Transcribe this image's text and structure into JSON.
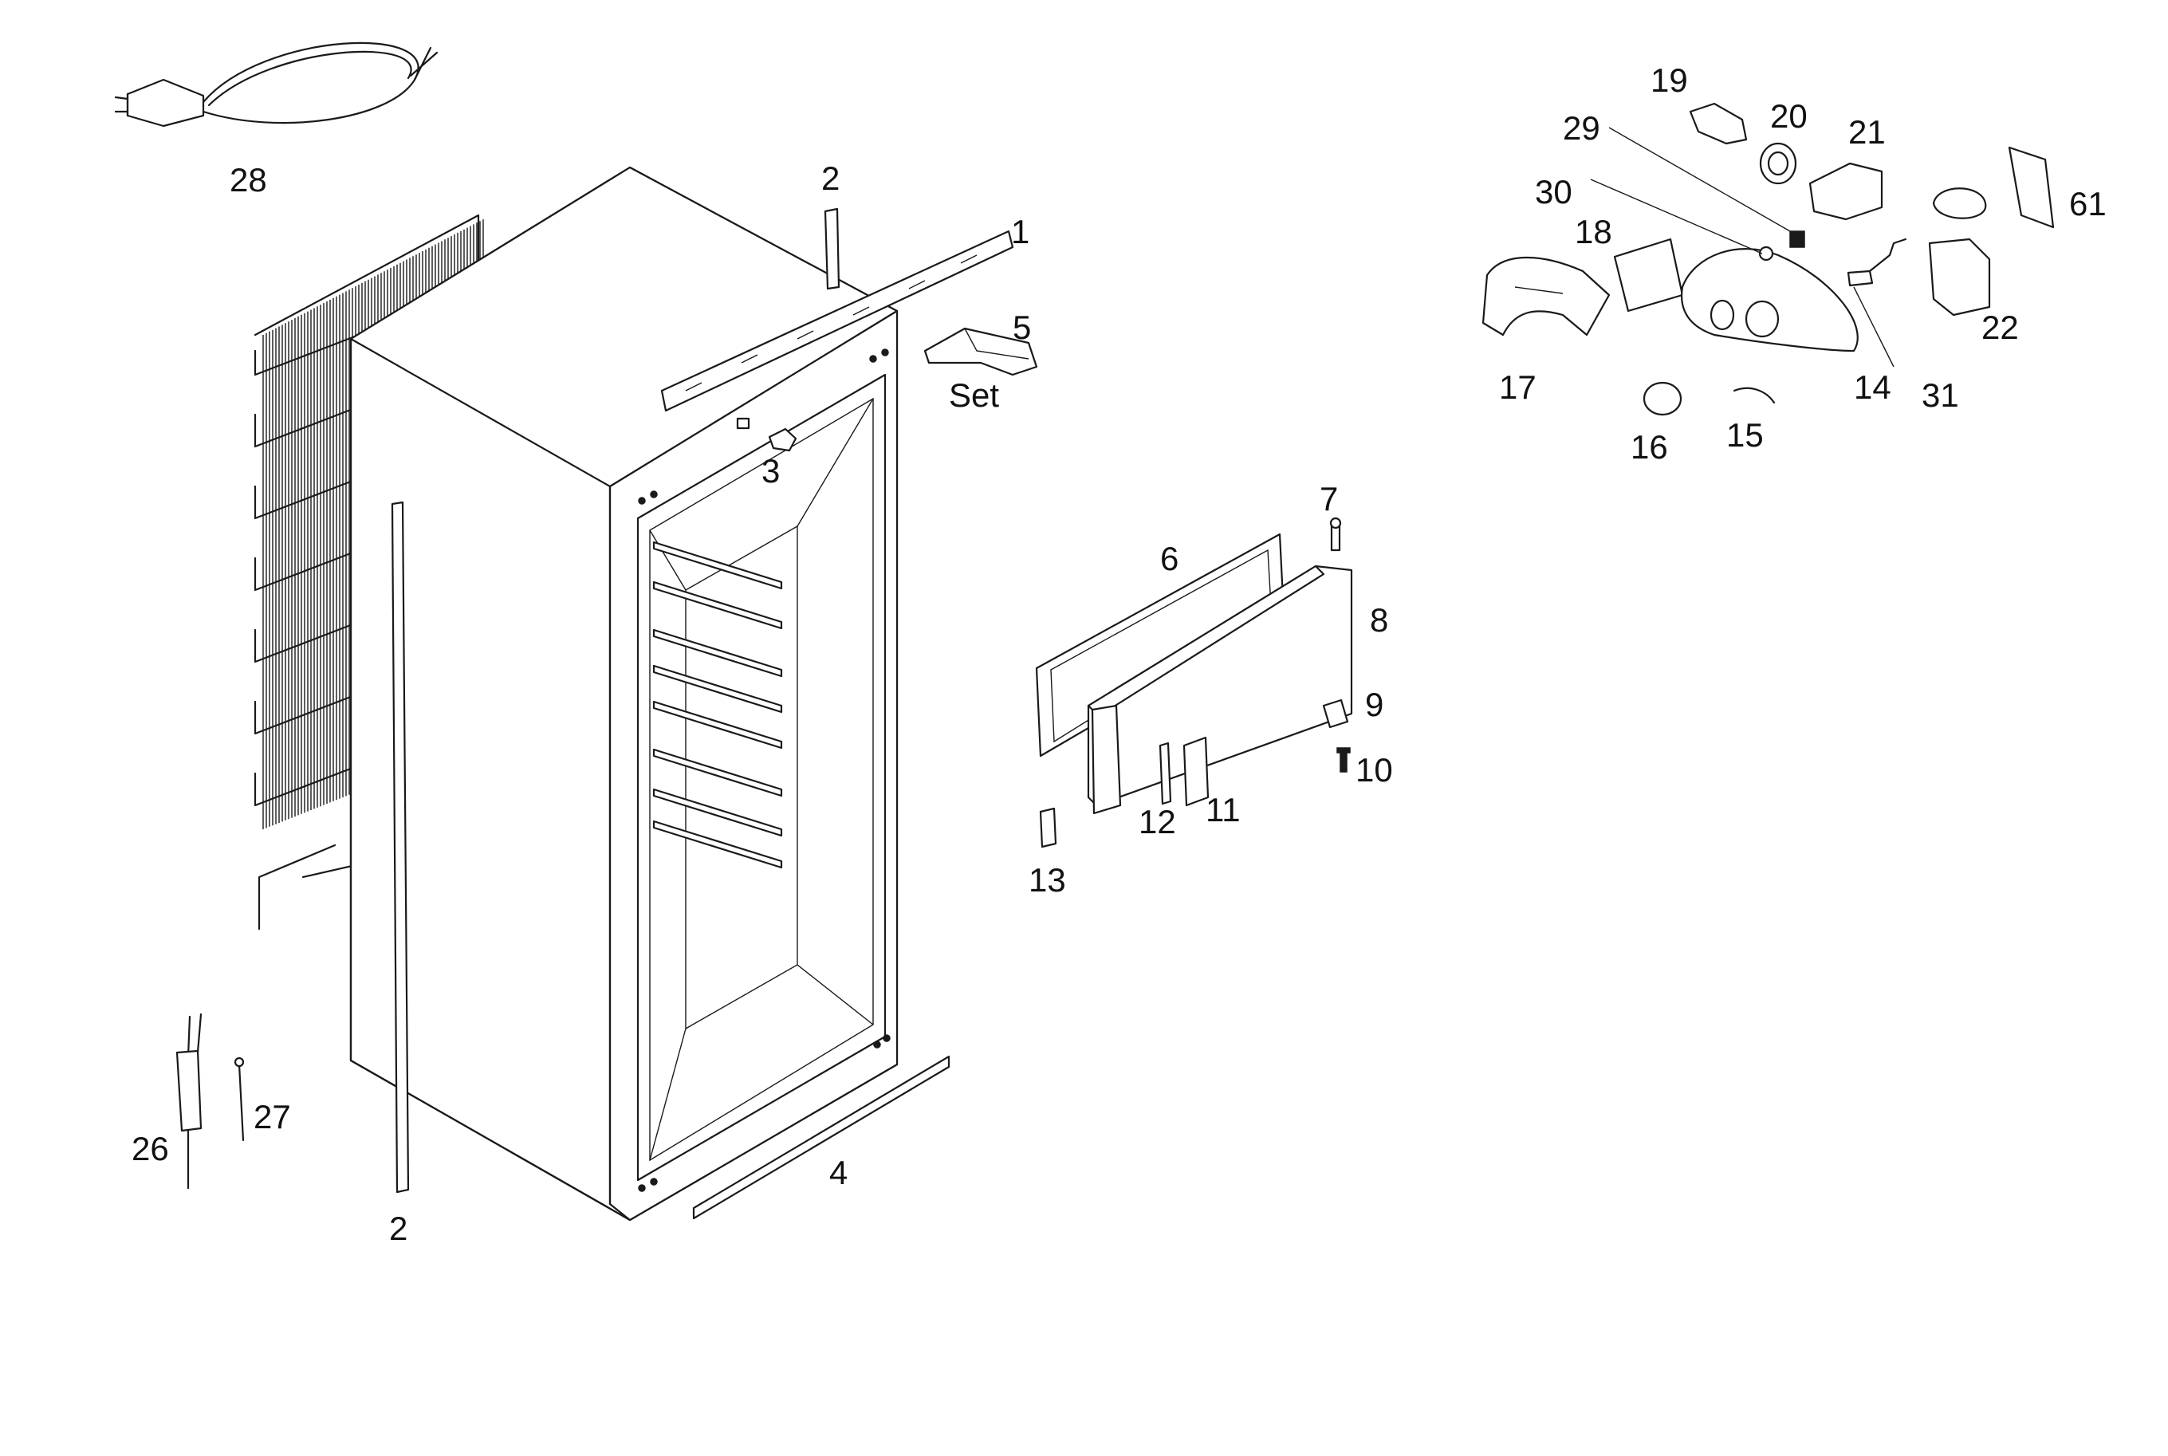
{
  "diagram": {
    "type": "exploded-parts-view",
    "labels": {
      "l1": "1",
      "l2a": "2",
      "l2b": "2",
      "l3": "3",
      "l4": "4",
      "l5": "5",
      "lset": "Set",
      "l6": "6",
      "l7": "7",
      "l8": "8",
      "l9": "9",
      "l10": "10",
      "l11": "11",
      "l12": "12",
      "l13": "13",
      "l14": "14",
      "l15": "15",
      "l16": "16",
      "l17": "17",
      "l18": "18",
      "l19": "19",
      "l20": "20",
      "l21": "21",
      "l22": "22",
      "l26": "26",
      "l27": "27",
      "l28": "28",
      "l29": "29",
      "l30": "30",
      "l31": "31",
      "l61": "61"
    }
  }
}
